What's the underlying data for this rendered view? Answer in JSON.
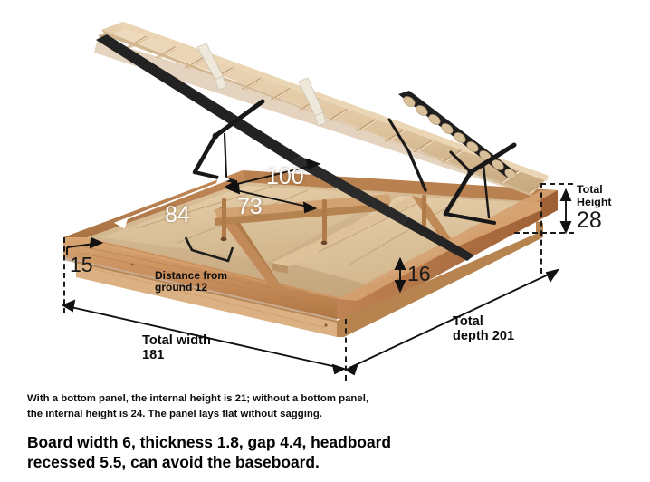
{
  "diagram": {
    "subject": "storage-bed-frame-with-lift-up-slatted-platform",
    "dimension_labels": [
      {
        "id": "inner-left-width",
        "text": "84",
        "kind": "number"
      },
      {
        "id": "inner-mid-width",
        "text": "73",
        "kind": "number"
      },
      {
        "id": "inner-top-width",
        "text": "100",
        "kind": "number"
      },
      {
        "id": "side-rail-height",
        "text": "15",
        "kind": "number"
      },
      {
        "id": "storage-depth",
        "text": "16",
        "kind": "number"
      },
      {
        "id": "total-height-value",
        "text": "28",
        "kind": "number"
      }
    ],
    "total_height": {
      "label": "Total\nHeight",
      "value": "28"
    },
    "total_width": {
      "label": "Total width",
      "value": "181",
      "text": "Total width\n181"
    },
    "total_depth": {
      "label": "Total\ndepth 201",
      "value": "201"
    },
    "ground_clearance": {
      "text": "Distance from\nground 12",
      "value": "12"
    },
    "colors": {
      "frame_outer": "#c98f5d",
      "frame_outer_dark": "#a96a3b",
      "frame_top": "#d9a271",
      "frame_inner": "#c08a5a",
      "panel_light": "#e2c9a4",
      "slat_light": "#e6cfae",
      "slat_shadow": "#b08d62",
      "hardware_black": "#1c1c1c",
      "line": "#111111",
      "text": "#111111",
      "background": "#ffffff"
    }
  },
  "notes": {
    "small": "With a bottom panel, the internal height is 21; without a bottom panel,\nthe internal height is 24. The panel lays flat without sagging.",
    "large": "Board width 6, thickness 1.8, gap 4.4, headboard\nrecessed 5.5, can avoid the baseboard."
  }
}
